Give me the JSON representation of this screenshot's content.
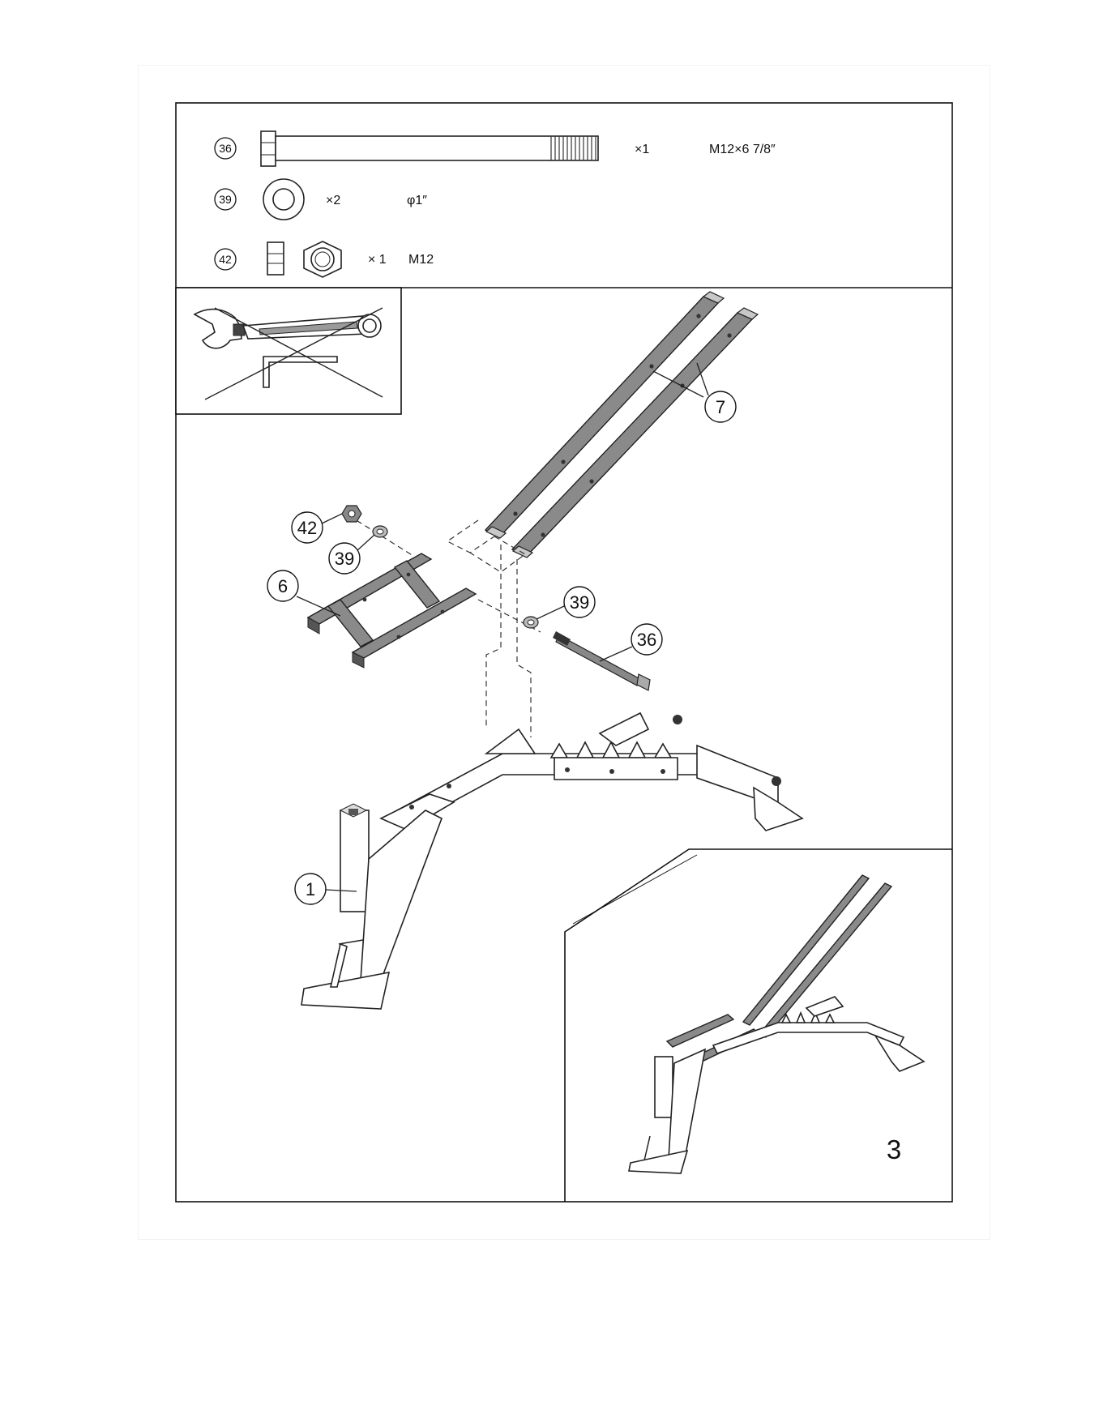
{
  "parts_list": [
    {
      "number": "36",
      "quantity": "×1",
      "spec": "M12×6 7/8″",
      "icon": "hex-bolt-icon"
    },
    {
      "number": "39",
      "quantity": "×2",
      "spec": "φ1″",
      "icon": "washer-icon"
    },
    {
      "number": "42",
      "quantity": "× 1",
      "spec": "M12",
      "icon": "hex-nut-icon"
    }
  ],
  "tools_icon": "wrench-and-allen-key-icon",
  "callouts": {
    "upright_tubes": "7",
    "nut": "42",
    "washer_left": "39",
    "crossbar_frame": "6",
    "washer_right": "39",
    "bolt": "36",
    "base_frame": "1"
  },
  "step_number": "3"
}
